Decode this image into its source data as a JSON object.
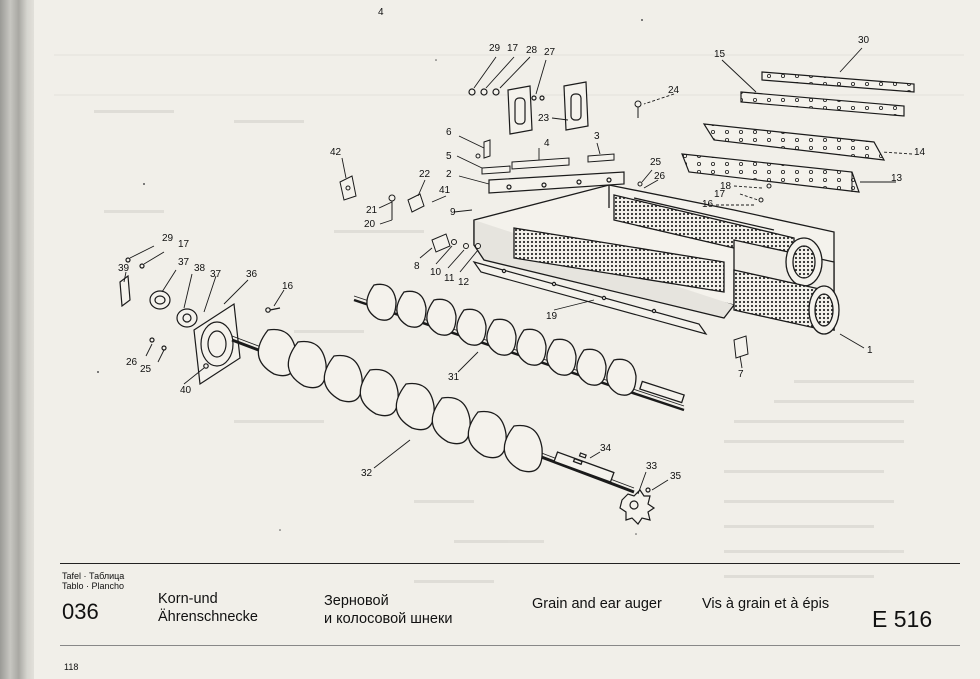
{
  "header": {
    "top_mark": "4"
  },
  "diagram": {
    "callouts": [
      {
        "id": "c29a",
        "text": "29"
      },
      {
        "id": "c17a",
        "text": "17"
      },
      {
        "id": "c28",
        "text": "28"
      },
      {
        "id": "c27",
        "text": "27"
      },
      {
        "id": "c30",
        "text": "30"
      },
      {
        "id": "c15",
        "text": "15"
      },
      {
        "id": "c24",
        "text": "24"
      },
      {
        "id": "c23",
        "text": "23"
      },
      {
        "id": "c6",
        "text": "6"
      },
      {
        "id": "c4",
        "text": "4"
      },
      {
        "id": "c3",
        "text": "3"
      },
      {
        "id": "c5",
        "text": "5"
      },
      {
        "id": "c2",
        "text": "2"
      },
      {
        "id": "c42",
        "text": "42"
      },
      {
        "id": "c22",
        "text": "22"
      },
      {
        "id": "c41",
        "text": "41"
      },
      {
        "id": "c25a",
        "text": "25"
      },
      {
        "id": "c26a",
        "text": "26"
      },
      {
        "id": "c14",
        "text": "14"
      },
      {
        "id": "c13",
        "text": "13"
      },
      {
        "id": "c18",
        "text": "18"
      },
      {
        "id": "c17b",
        "text": "17"
      },
      {
        "id": "c16a",
        "text": "16"
      },
      {
        "id": "c21",
        "text": "21"
      },
      {
        "id": "c9",
        "text": "9"
      },
      {
        "id": "c20",
        "text": "20"
      },
      {
        "id": "c29b",
        "text": "29"
      },
      {
        "id": "c17c",
        "text": "17"
      },
      {
        "id": "c39",
        "text": "39"
      },
      {
        "id": "c37a",
        "text": "37"
      },
      {
        "id": "c38",
        "text": "38"
      },
      {
        "id": "c37b",
        "text": "37"
      },
      {
        "id": "c36",
        "text": "36"
      },
      {
        "id": "c16b",
        "text": "16"
      },
      {
        "id": "c8",
        "text": "8"
      },
      {
        "id": "c10",
        "text": "10"
      },
      {
        "id": "c11",
        "text": "11"
      },
      {
        "id": "c12",
        "text": "12"
      },
      {
        "id": "c19",
        "text": "19"
      },
      {
        "id": "c26b",
        "text": "26"
      },
      {
        "id": "c25b",
        "text": "25"
      },
      {
        "id": "c40",
        "text": "40"
      },
      {
        "id": "c31",
        "text": "31"
      },
      {
        "id": "c7",
        "text": "7"
      },
      {
        "id": "c1",
        "text": "1"
      },
      {
        "id": "c34",
        "text": "34"
      },
      {
        "id": "c33",
        "text": "33"
      },
      {
        "id": "c35",
        "text": "35"
      },
      {
        "id": "c32",
        "text": "32"
      }
    ]
  },
  "footer": {
    "tafel_line1": "Tafel · Таблица",
    "tafel_line2": "Tablo · Plancho",
    "plate_number": "036",
    "title_de_1": "Korn-und",
    "title_de_2": "Ährenschnecke",
    "title_ru_1": "Зерновой",
    "title_ru_2": "и колосовой шнеки",
    "title_en": "Grain and ear auger",
    "title_fr": "Vis à grain et à épis",
    "model": "E 516",
    "page_number": "118"
  }
}
